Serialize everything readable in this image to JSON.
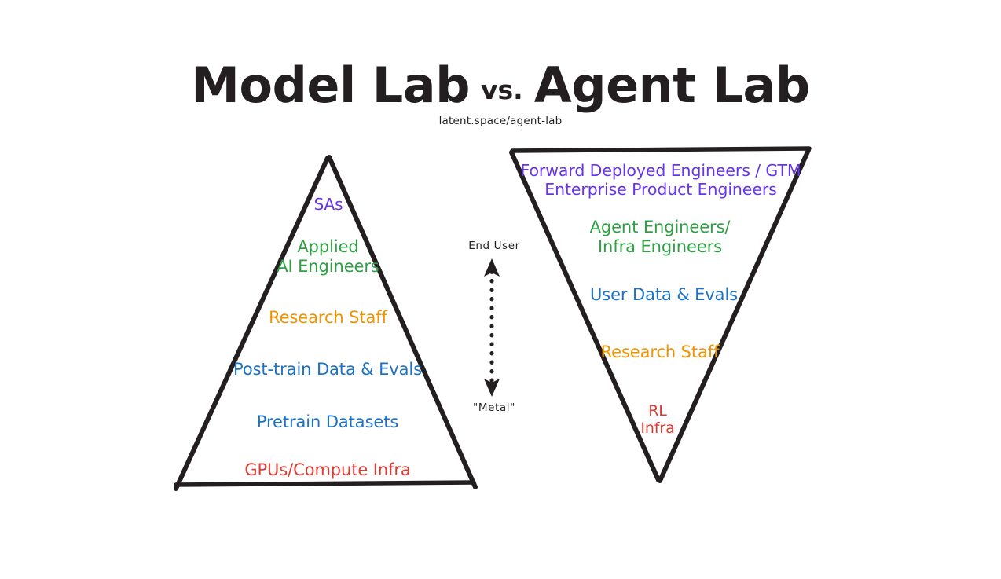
{
  "header": {
    "title_left": "Model Lab",
    "title_vs": "vs.",
    "title_right": "Agent Lab",
    "subtitle": "latent.space/agent-lab"
  },
  "colors": {
    "purple": "#6633EE",
    "green": "#2FA043",
    "orange": "#F29400",
    "blue": "#1C72C4",
    "red": "#E03A33",
    "ink": "#231f20"
  },
  "arrow": {
    "top_label": "End User",
    "bottom_label": "\"Metal\"",
    "style": "dotted-double-headed-vertical"
  },
  "model_lab": {
    "shape": "upright-triangle",
    "layers": [
      {
        "label": "SAs",
        "color": "#6633EE"
      },
      {
        "label": "Applied\nAI Engineers",
        "color": "#2FA043"
      },
      {
        "label": "Research Staff",
        "color": "#F29400"
      },
      {
        "label": "Post-train Data & Evals",
        "color": "#1C72C4"
      },
      {
        "label": "Pretrain Datasets",
        "color": "#1C72C4"
      },
      {
        "label": "GPUs/Compute Infra",
        "color": "#E03A33"
      }
    ]
  },
  "agent_lab": {
    "shape": "inverted-triangle",
    "layers": [
      {
        "label": "Forward Deployed Engineers / GTM\nEnterprise Product Engineers",
        "color": "#6633EE"
      },
      {
        "label": "Agent Engineers/\nInfra Engineers",
        "color": "#2FA043"
      },
      {
        "label": "User Data & Evals",
        "color": "#1C72C4"
      },
      {
        "label": "Research Staff",
        "color": "#F29400"
      },
      {
        "label": "RL\nInfra",
        "color": "#E03A33"
      }
    ]
  }
}
